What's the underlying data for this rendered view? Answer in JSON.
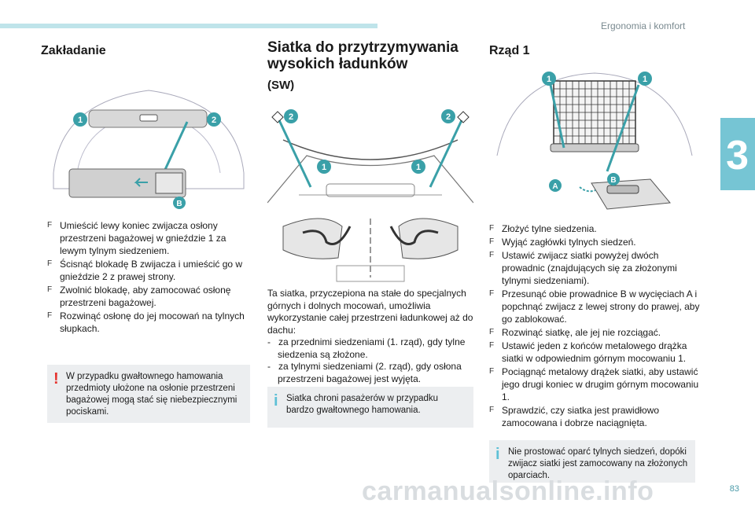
{
  "header": {
    "chapter_title": "Ergonomia i komfort",
    "chapter_number": "3",
    "page_number": "83"
  },
  "watermark": "carmanualsonline.info",
  "colors": {
    "accent": "#76c5d4",
    "topbar": "#bfe4ea",
    "warning": "#e5322d",
    "info": "#5ec0d6",
    "note_bg": "#eceef0",
    "callout": "#3aa0a8"
  },
  "col1": {
    "title": "Zakładanie",
    "figure_labels": {
      "one": "1",
      "two": "2",
      "b": "B"
    },
    "steps": [
      "Umieścić lewy koniec zwijacza osłony przestrzeni bagażowej w gnieździe 1 za lewym tylnym siedzeniem.",
      "Ścisnąć blokadę B zwijacza i umieścić go w gnieździe 2 z prawej strony.",
      "Zwolnić blokadę, aby zamocować osłonę przestrzeni bagażowej.",
      "Rozwinąć osłonę do jej mocowań na tylnych słupkach."
    ],
    "warning": "W przypadku gwałtownego hamowania przedmioty ułożone na osłonie przestrzeni bagażowej mogą stać się niebezpiecznymi pociskami."
  },
  "col2": {
    "title_line1": "Siatka do przytrzymywania",
    "title_line2": "wysokich ładunków",
    "subtitle": "(SW)",
    "figure_labels": {
      "one": "1",
      "two": "2"
    },
    "intro": "Ta siatka, przyczepiona na stałe do specjalnych górnych i dolnych mocowań, umożliwia wykorzystanie całej przestrzeni ładunkowej aż do dachu:",
    "dashes": [
      "za przednimi siedzeniami (1. rząd), gdy tylne siedzenia są złożone.",
      "za tylnymi siedzeniami (2. rząd), gdy osłona przestrzeni bagażowej jest wyjęta."
    ],
    "info": "Siatka chroni pasażerów w przypadku bardzo gwałtownego hamowania."
  },
  "col3": {
    "title": "Rząd 1",
    "figure_labels": {
      "one": "1",
      "a": "A",
      "b": "B"
    },
    "steps": [
      "Złożyć tylne siedzenia.",
      "Wyjąć zagłówki tylnych siedzeń.",
      "Ustawić zwijacz siatki powyżej dwóch prowadnic (znajdujących się za złożonymi tylnymi siedzeniami).",
      "Przesunąć obie prowadnice B w wycięciach A i popchnąć zwijacz z lewej strony do prawej, aby go zablokować.",
      "Rozwinąć siatkę, ale jej nie rozciągać.",
      "Ustawić jeden z końców metalowego drążka siatki w odpowiednim górnym mocowaniu 1.",
      "Pociągnąć metalowy drążek siatki, aby ustawić jego drugi koniec w drugim górnym mocowaniu 1.",
      "Sprawdzić, czy siatka jest prawidłowo zamocowana i dobrze naciągnięta."
    ],
    "info": "Nie prostować oparć tylnych siedzeń, dopóki zwijacz siatki jest zamocowany na złożonych oparciach."
  },
  "marker": "F",
  "dash_marker": "-",
  "warn_marker": "!",
  "info_marker": "i"
}
